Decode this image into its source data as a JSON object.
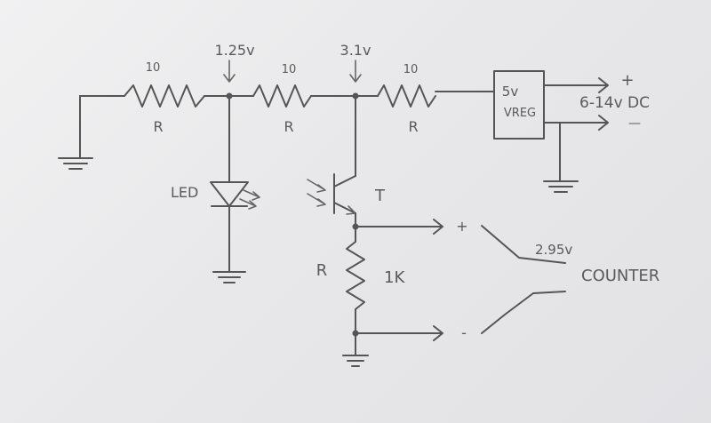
{
  "diagram": {
    "resistors": [
      {
        "value": "10",
        "label": "R"
      },
      {
        "value": "10",
        "label": "R"
      },
      {
        "value": "10",
        "label": "R"
      },
      {
        "value": "1K",
        "label": "R"
      }
    ],
    "voltages": {
      "node1": "1.25v",
      "node2": "3.1v",
      "output": "2.95v"
    },
    "regulator": {
      "line1": "5v",
      "line2": "VREG"
    },
    "supply": {
      "plus": "+",
      "minus": "—",
      "label": "6-14v DC"
    },
    "led_label": "LED",
    "transistor_label": "T",
    "output": {
      "plus": "+",
      "minus": "-",
      "label": "COUNTER"
    }
  }
}
